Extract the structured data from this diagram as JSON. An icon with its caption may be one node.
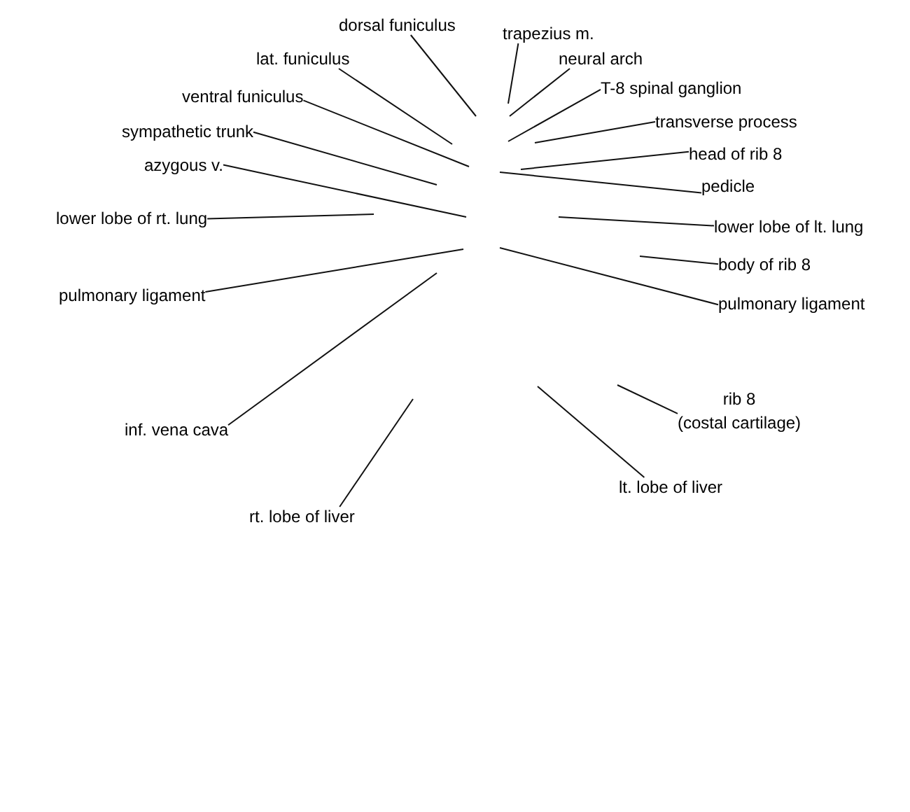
{
  "diagram": {
    "nodes": [
      {
        "text": [
          "dorsal funiculus"
        ]
      },
      {
        "text": [
          "trapezius m."
        ]
      },
      {
        "text": [
          "neural arch"
        ]
      },
      {
        "text": [
          "lat. funiculus"
        ]
      },
      {
        "text": [
          "T-8 spinal ganglion"
        ]
      },
      {
        "text": [
          "ventral funiculus"
        ]
      },
      {
        "text": [
          "transverse process"
        ]
      },
      {
        "text": [
          "sympathetic trunk"
        ]
      },
      {
        "text": [
          "head of rib 8"
        ]
      },
      {
        "text": [
          "azygous v."
        ]
      },
      {
        "text": [
          "pedicle"
        ]
      },
      {
        "text": [
          "lower lobe of rt. lung"
        ]
      },
      {
        "text": [
          "lower lobe of lt. lung"
        ]
      },
      {
        "text": [
          "body of rib 8"
        ]
      },
      {
        "text": [
          "pulmonary ligament"
        ]
      },
      {
        "text": [
          "pulmonary ligament"
        ]
      },
      {
        "text": [
          "inf. vena cava"
        ]
      },
      {
        "text": [
          "rib 8 (costal cartilage)"
        ]
      },
      {
        "text": [
          "rt. lobe of liver"
        ]
      },
      {
        "text": [
          "lt. lobe of liver"
        ]
      }
    ],
    "edges": [
      {
        "from": 0,
        "to": null,
        "arrow": "none"
      },
      {
        "from": 1,
        "to": null,
        "arrow": "none"
      },
      {
        "from": 2,
        "to": null,
        "arrow": "none"
      },
      {
        "from": 3,
        "to": null,
        "arrow": "none"
      },
      {
        "from": 4,
        "to": null,
        "arrow": "none"
      },
      {
        "from": 5,
        "to": null,
        "arrow": "none"
      },
      {
        "from": 6,
        "to": null,
        "arrow": "none"
      },
      {
        "from": 7,
        "to": null,
        "arrow": "none"
      },
      {
        "from": 8,
        "to": null,
        "arrow": "none"
      },
      {
        "from": 9,
        "to": null,
        "arrow": "none"
      },
      {
        "from": 10,
        "to": null,
        "arrow": "none"
      },
      {
        "from": 11,
        "to": null,
        "arrow": "none"
      },
      {
        "from": 12,
        "to": null,
        "arrow": "none"
      },
      {
        "from": 13,
        "to": null,
        "arrow": "none"
      },
      {
        "from": 14,
        "to": null,
        "arrow": "none"
      },
      {
        "from": 15,
        "to": null,
        "arrow": "none"
      },
      {
        "from": 16,
        "to": null,
        "arrow": "none"
      },
      {
        "from": 17,
        "to": null,
        "arrow": "none"
      },
      {
        "from": 18,
        "to": null,
        "arrow": "none"
      },
      {
        "from": 19,
        "to": null,
        "arrow": "none"
      }
    ]
  }
}
